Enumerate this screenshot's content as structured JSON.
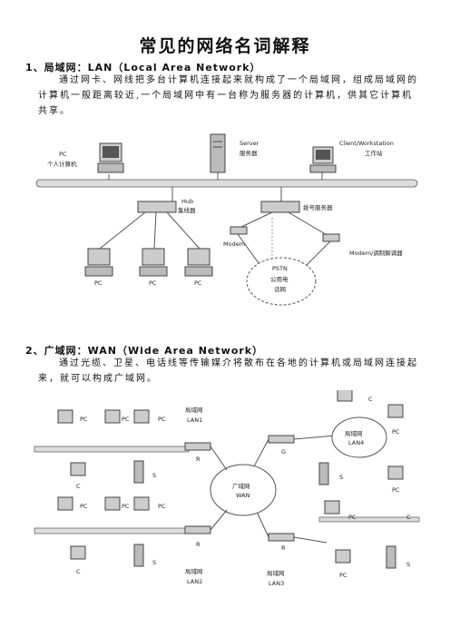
{
  "title": "常见的网络名词解释",
  "sec1": {
    "heading": "1、局域网：LAN（Local Area Network）",
    "body": "通过网卡、网线把多台计算机连接起来就构成了一个局域网，组成局域网的计算机一般距离较近,一个局域网中有一台称为服务器的计算机，供其它计算机共享。",
    "diagram": {
      "pc_en": "PC",
      "pc_cn": "个人计算机",
      "server_en": "Server",
      "server_cn": "服务器",
      "client_en": "Client/Workstation",
      "client_cn": "工作站",
      "hub_en": "Hub",
      "hub_cn": "集线器",
      "dial_server": "拨号服务器",
      "modem_left": "Modem",
      "modem_right": "Modem/调制解调器",
      "pstn_en": "PSTN",
      "pstn_cn1": "公用电",
      "pstn_cn2": "话网",
      "pc_bottom": "PC"
    }
  },
  "sec2": {
    "heading": "2、广域网：WAN（Wide Area Network）",
    "body": "通过光缆、卫星、电话线等传输媒介将散布在各地的计算机或局域网连接起来，就可以构成广域网。",
    "diagram": {
      "pc": "PC",
      "c": "C",
      "s": "S",
      "r": "R",
      "g": "G",
      "lan1_a": "局域网",
      "lan1_b": "LAN1",
      "lan2_a": "局域网",
      "lan2_b": "LAN2",
      "lan3_a": "局域网",
      "lan3_b": "LAN3",
      "lan4_a": "局域网",
      "lan4_b": "LAN4",
      "wan_a": "广域网",
      "wan_b": "WAN"
    }
  }
}
